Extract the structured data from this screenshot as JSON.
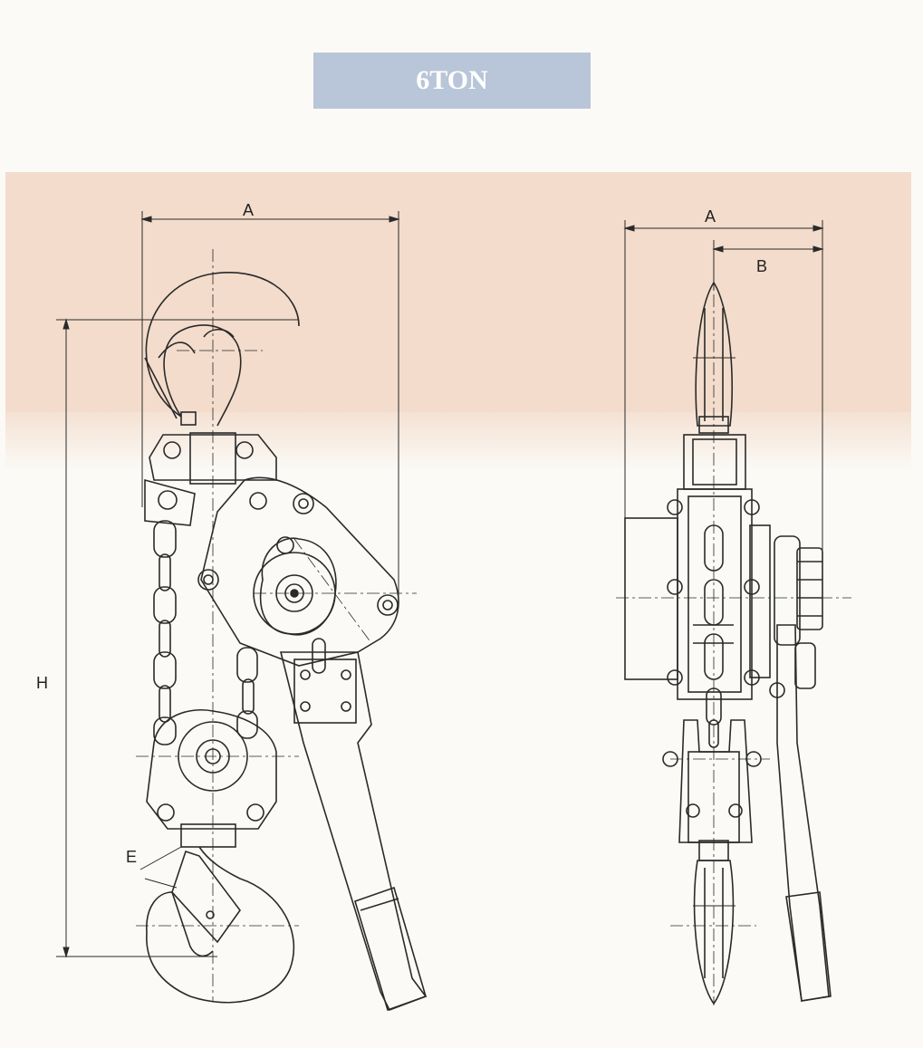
{
  "title": "6TON",
  "colors": {
    "band": "#f3dccb",
    "title_box": "#b9c5d8",
    "title_text": "#ffffff",
    "line": "#2a2a2a"
  },
  "dimensions": {
    "front_width": "A",
    "side_width": "A",
    "side_offset": "B",
    "height": "H",
    "hook_opening": "E"
  }
}
